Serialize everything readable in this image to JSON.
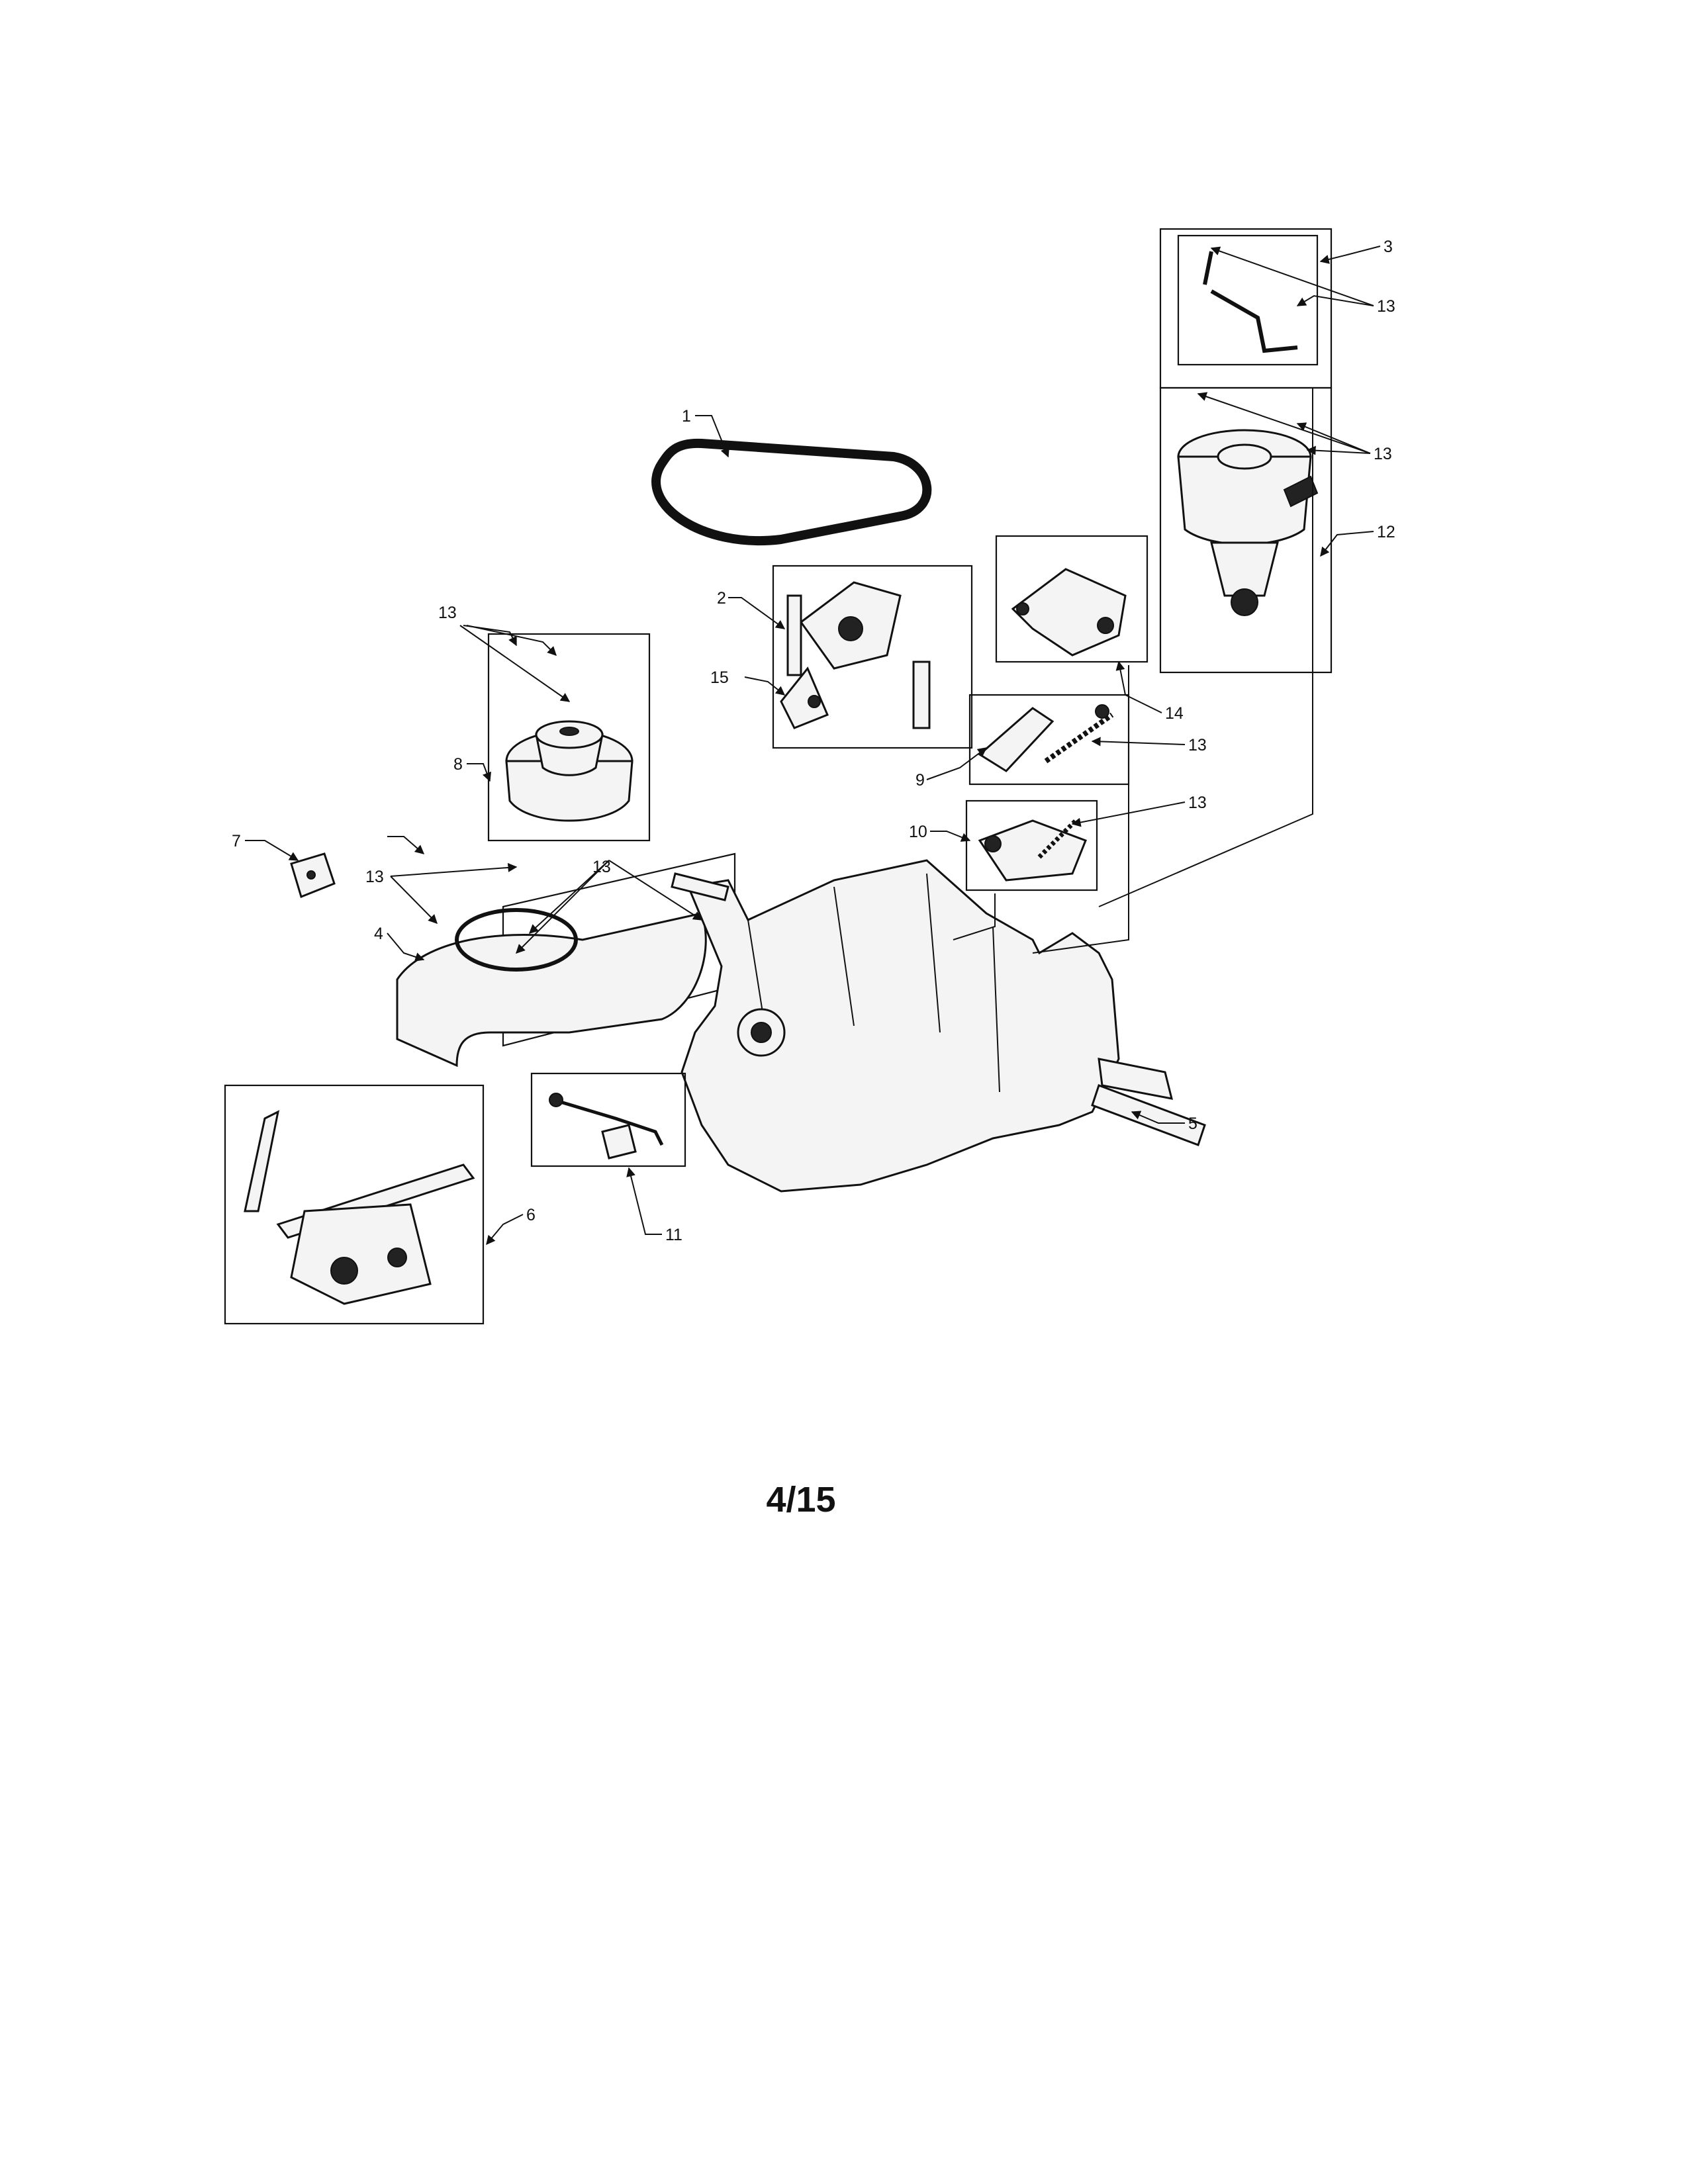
{
  "diagram": {
    "page_number": "4/15",
    "callouts": {
      "c1": "1",
      "c2": "2",
      "c3": "3",
      "c4": "4",
      "c5": "5",
      "c6": "6",
      "c7": "7",
      "c8": "8",
      "c9": "9",
      "c10": "10",
      "c11": "11",
      "c12": "12",
      "c13": "13",
      "c14": "14",
      "c15": "15"
    }
  }
}
